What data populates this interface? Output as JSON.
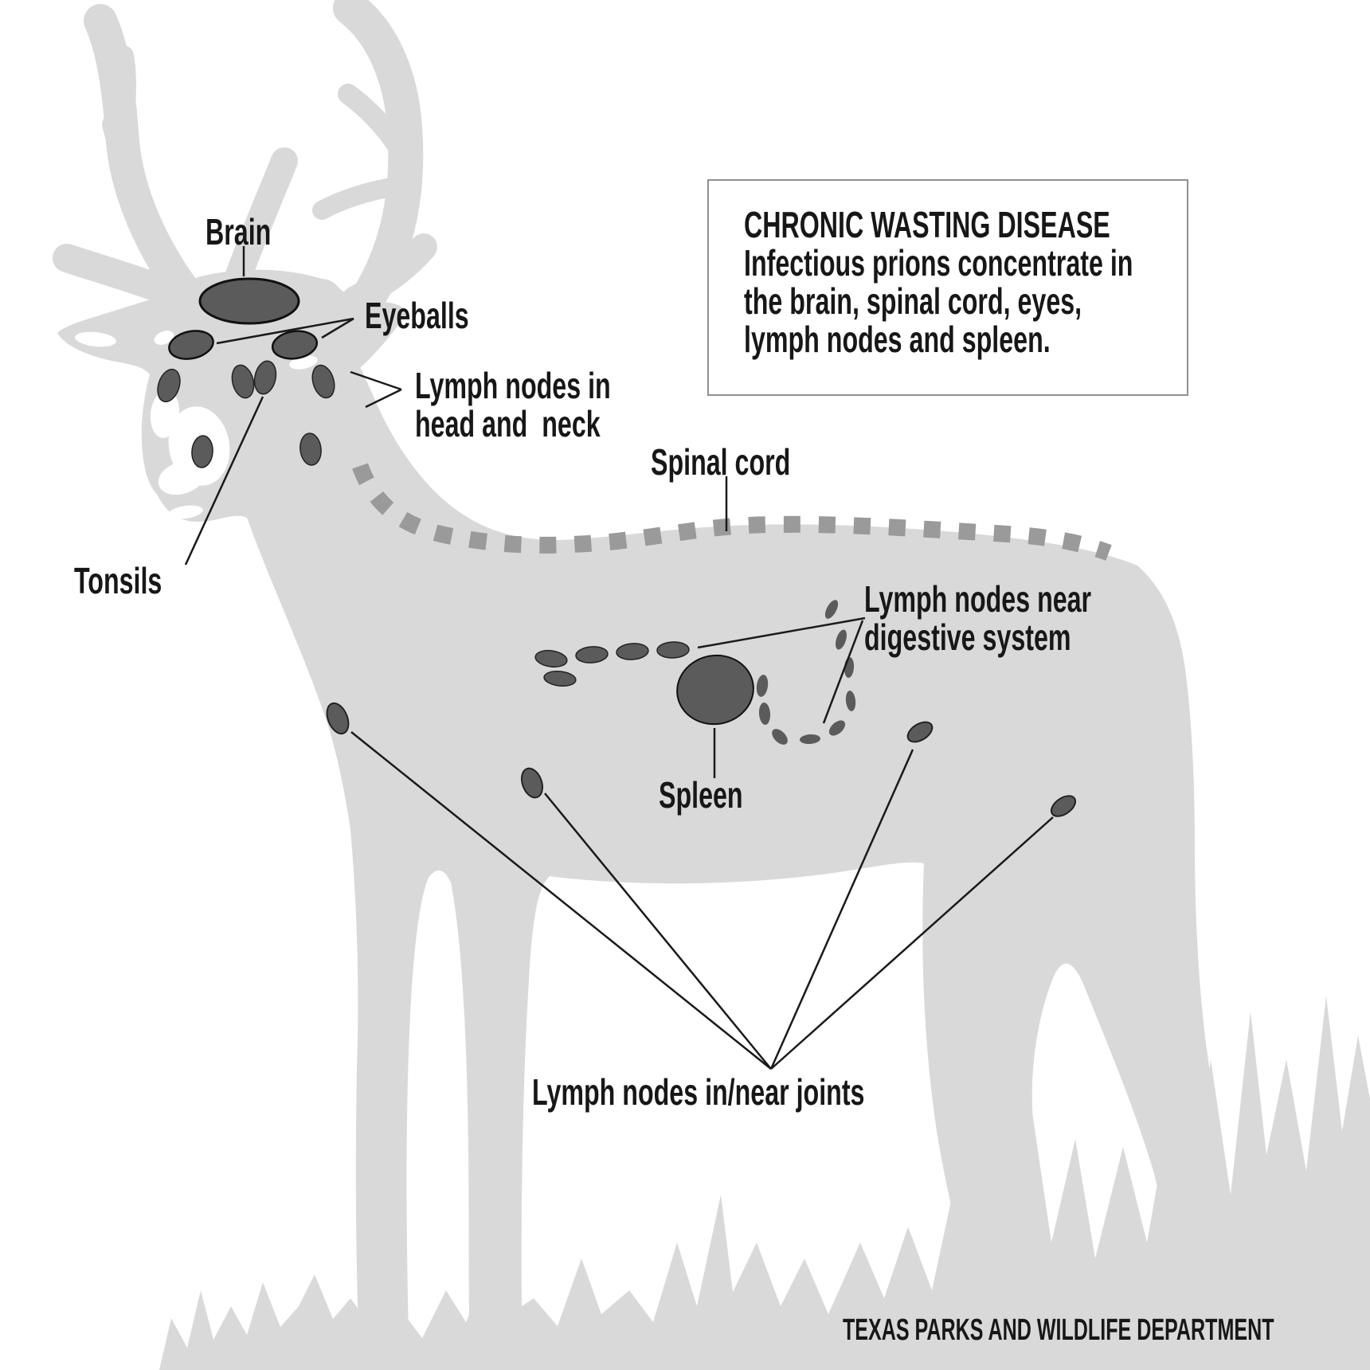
{
  "info_box": {
    "title": "CHRONIC WASTING DISEASE",
    "body_lines": [
      "Infectious prions concentrate in",
      "the brain, spinal cord, eyes,",
      "lymph nodes and spleen."
    ]
  },
  "labels": {
    "brain": "Brain",
    "eyeballs": "Eyeballs",
    "lymph_head": [
      "Lymph nodes in",
      "head and  neck"
    ],
    "tonsils": "Tonsils",
    "spinal_cord": "Spinal cord",
    "digestive": [
      "Lymph nodes near",
      "digestive system"
    ],
    "spleen": "Spleen",
    "joints": "Lymph nodes in/near joints"
  },
  "footer": {
    "credit": "TEXAS PARKS AND WILDLIFE DEPARTMENT"
  },
  "colors": {
    "silhouette": "#d9d9d9",
    "organ_marker": "#5b5b5b",
    "spine_dash": "#9a9a9a",
    "text": "#171717",
    "box_border": "#8f8f8f"
  }
}
